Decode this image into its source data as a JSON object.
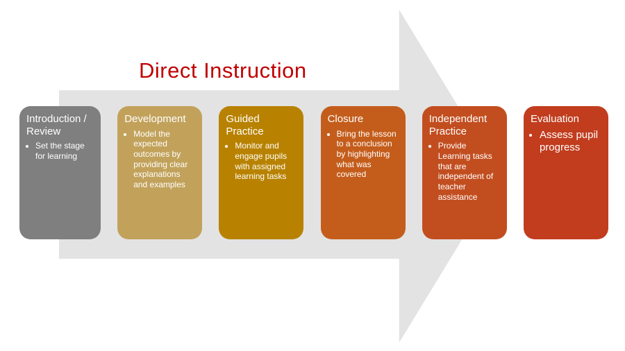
{
  "title": "Direct Instruction",
  "title_color": "#C00000",
  "arrow_color": "#E3E3E3",
  "stages": [
    {
      "title": "Introduction / Review",
      "bullet": "Set the stage for learning",
      "color": "#7F7F7F"
    },
    {
      "title": "Development",
      "bullet": "Model the expected outcomes by providing clear explanations and examples",
      "color": "#C2A25B"
    },
    {
      "title": "Guided Practice",
      "bullet": "Monitor and engage pupils with assigned learning tasks",
      "color": "#B88200"
    },
    {
      "title": "Closure",
      "bullet": "Bring the lesson to a conclusion by highlighting what was covered",
      "color": "#C45D1B"
    },
    {
      "title": "Independent Practice",
      "bullet": "Provide Learning tasks that are independent of teacher assistance",
      "color": "#C24E20"
    },
    {
      "title": "Evaluation",
      "bullet": "Assess pupil progress",
      "color": "#C13D1E"
    }
  ]
}
